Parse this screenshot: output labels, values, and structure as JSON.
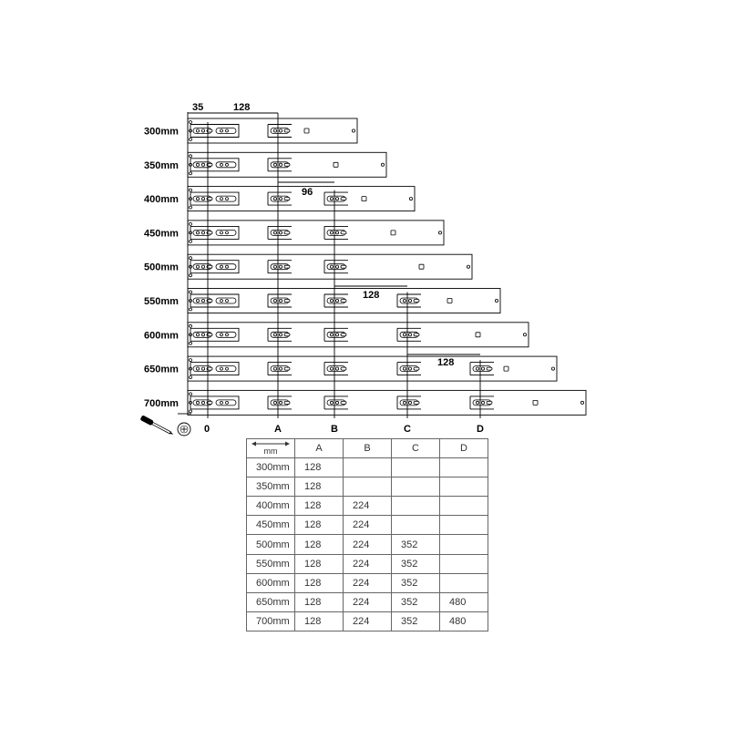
{
  "rails": [
    {
      "label": "300mm",
      "holes": [
        "0",
        "A"
      ]
    },
    {
      "label": "350mm",
      "holes": [
        "0",
        "A"
      ]
    },
    {
      "label": "400mm",
      "holes": [
        "0",
        "A",
        "B"
      ]
    },
    {
      "label": "450mm",
      "holes": [
        "0",
        "A",
        "B"
      ]
    },
    {
      "label": "500mm",
      "holes": [
        "0",
        "A",
        "B"
      ]
    },
    {
      "label": "550mm",
      "holes": [
        "0",
        "A",
        "B",
        "C"
      ]
    },
    {
      "label": "600mm",
      "holes": [
        "0",
        "A",
        "B",
        "C"
      ]
    },
    {
      "label": "650mm",
      "holes": [
        "0",
        "A",
        "B",
        "C",
        "D"
      ]
    },
    {
      "label": "700mm",
      "holes": [
        "0",
        "A",
        "B",
        "C",
        "D"
      ]
    }
  ],
  "columns": [
    "0",
    "A",
    "B",
    "C",
    "D"
  ],
  "dimensions": {
    "offset": "35",
    "a_spacing": "128",
    "b_spacing": "96",
    "c_spacing": "128",
    "d_spacing": "128"
  },
  "table": {
    "corner_label": "mm",
    "headers": [
      "A",
      "B",
      "C",
      "D"
    ],
    "rows": [
      {
        "size": "300mm",
        "values": [
          "128",
          "",
          "",
          ""
        ]
      },
      {
        "size": "350mm",
        "values": [
          "128",
          "",
          "",
          ""
        ]
      },
      {
        "size": "400mm",
        "values": [
          "128",
          "224",
          "",
          ""
        ]
      },
      {
        "size": "450mm",
        "values": [
          "128",
          "224",
          "",
          ""
        ]
      },
      {
        "size": "500mm",
        "values": [
          "128",
          "224",
          "352",
          ""
        ]
      },
      {
        "size": "550mm",
        "values": [
          "128",
          "224",
          "352",
          ""
        ]
      },
      {
        "size": "600mm",
        "values": [
          "128",
          "224",
          "352",
          ""
        ]
      },
      {
        "size": "650mm",
        "values": [
          "128",
          "224",
          "352",
          "480"
        ]
      },
      {
        "size": "700mm",
        "values": [
          "128",
          "224",
          "352",
          "480"
        ]
      }
    ]
  },
  "icons": {
    "tool": "screwdriver-icon",
    "screw": "screw-head-icon"
  }
}
